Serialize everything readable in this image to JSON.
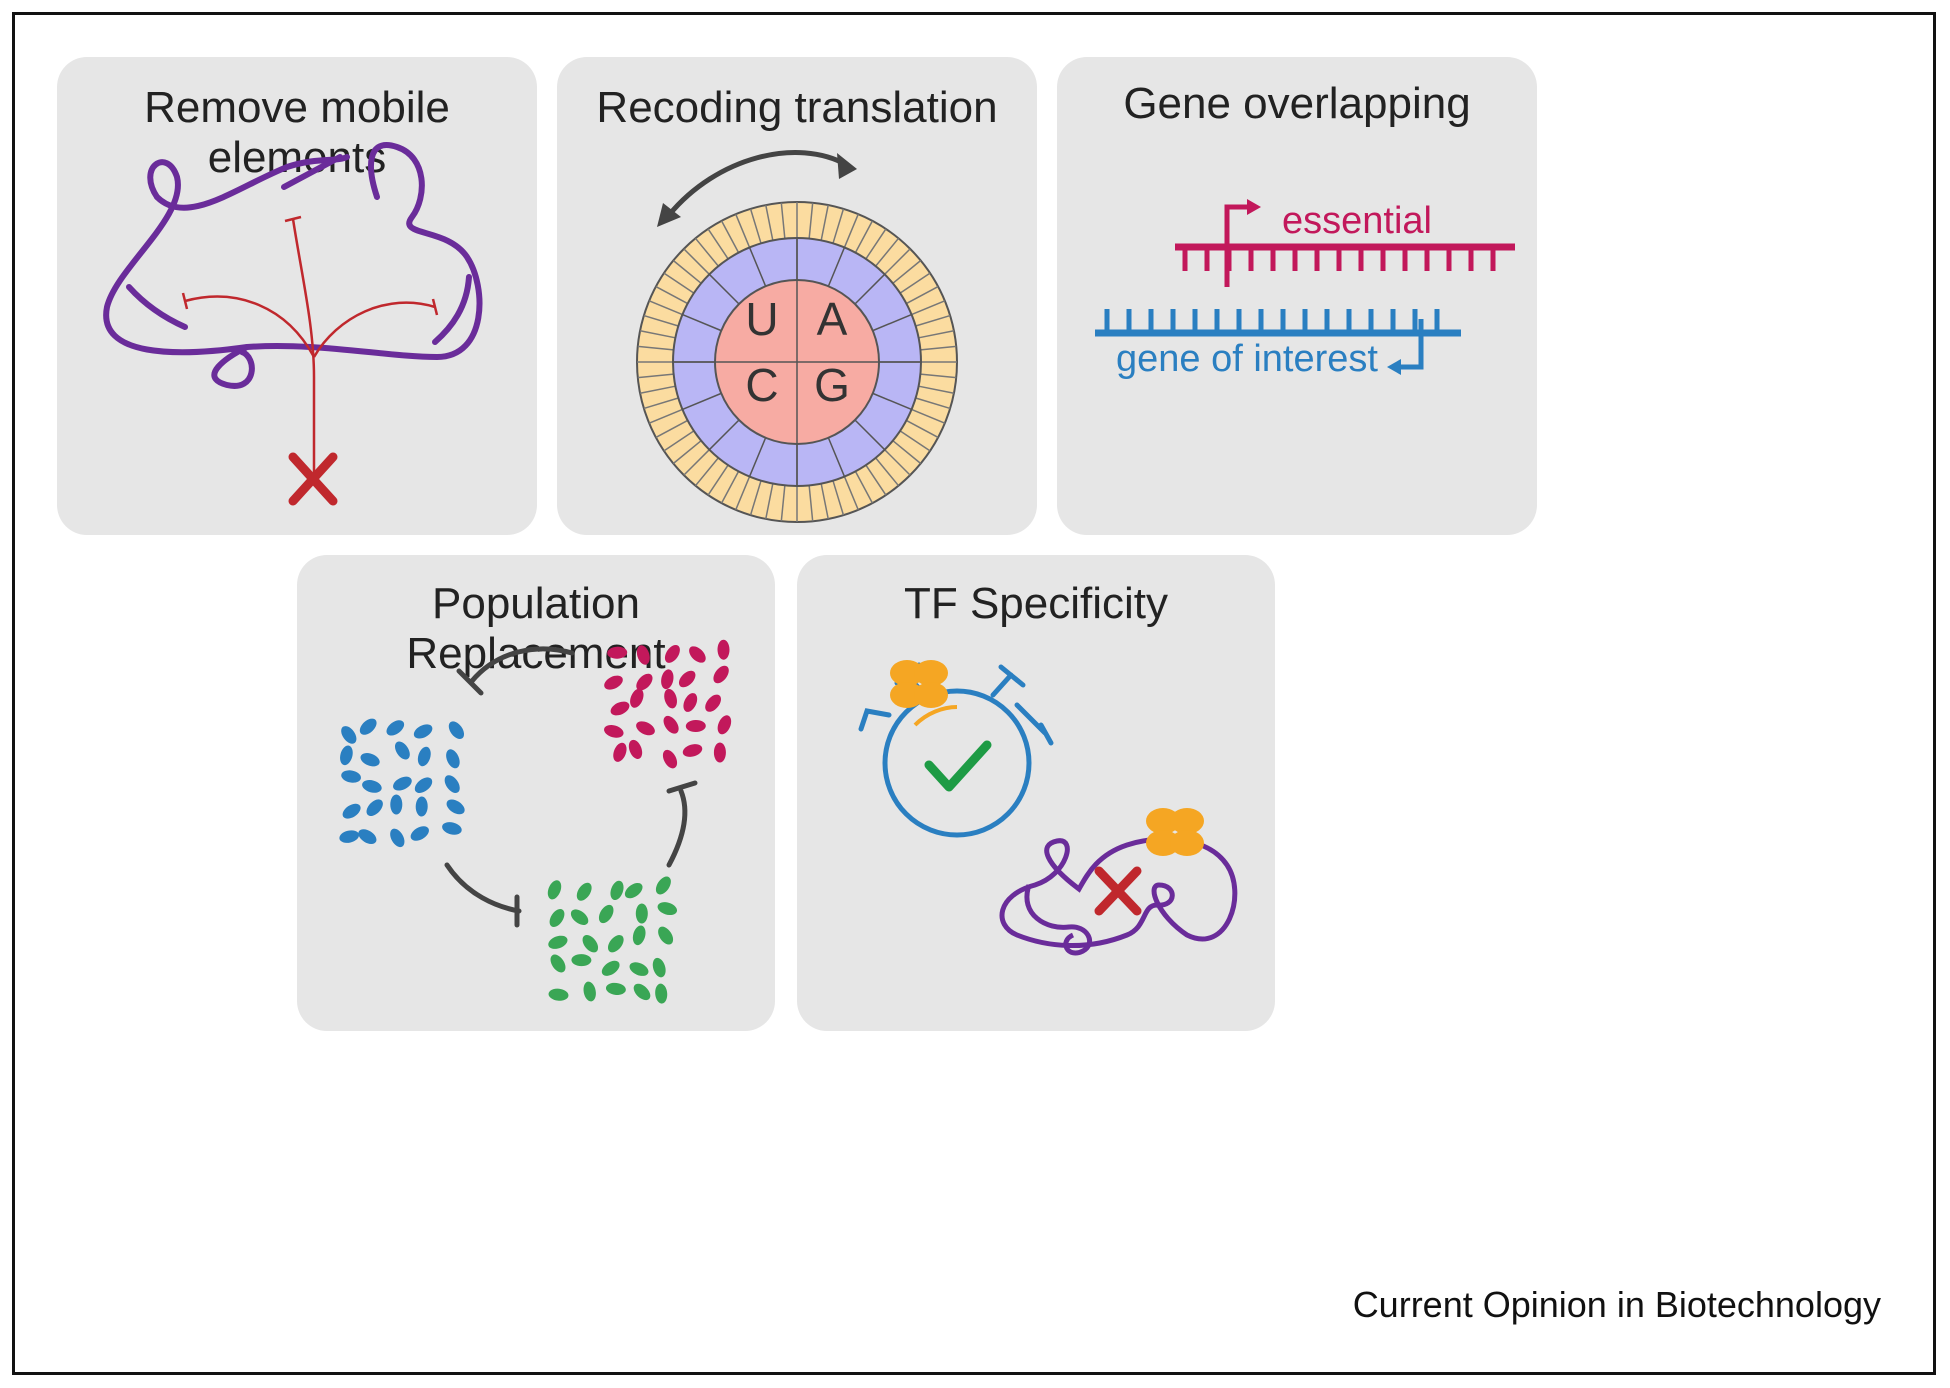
{
  "panels": {
    "mobile": {
      "title": "Remove mobile elements"
    },
    "recoding": {
      "title": "Recoding translation",
      "codon_letters": [
        "U",
        "A",
        "C",
        "G"
      ]
    },
    "overlap": {
      "title": "Gene overlapping",
      "essential_label": "essential",
      "interest_label": "gene of interest"
    },
    "population": {
      "title": "Population Replacement"
    },
    "tf": {
      "title": "TF Specificity"
    }
  },
  "credit": "Current Opinion in Biotechnology",
  "colors": {
    "panel_bg": "#e6e6e6",
    "purple": "#6a2c9a",
    "red": "#c0282d",
    "magenta": "#c2185b",
    "blue": "#2a7fc1",
    "green": "#3aa655",
    "orange": "#f5a623",
    "yellow_ring": "#fbdca0",
    "lavender": "#b9b6f5",
    "salmon": "#f7aba3",
    "dark_arrow": "#444444"
  },
  "icons": [
    "x-mark-icon",
    "check-mark-icon",
    "stopwatch-icon",
    "double-arrow-icon",
    "inhibition-arrow-icon"
  ]
}
